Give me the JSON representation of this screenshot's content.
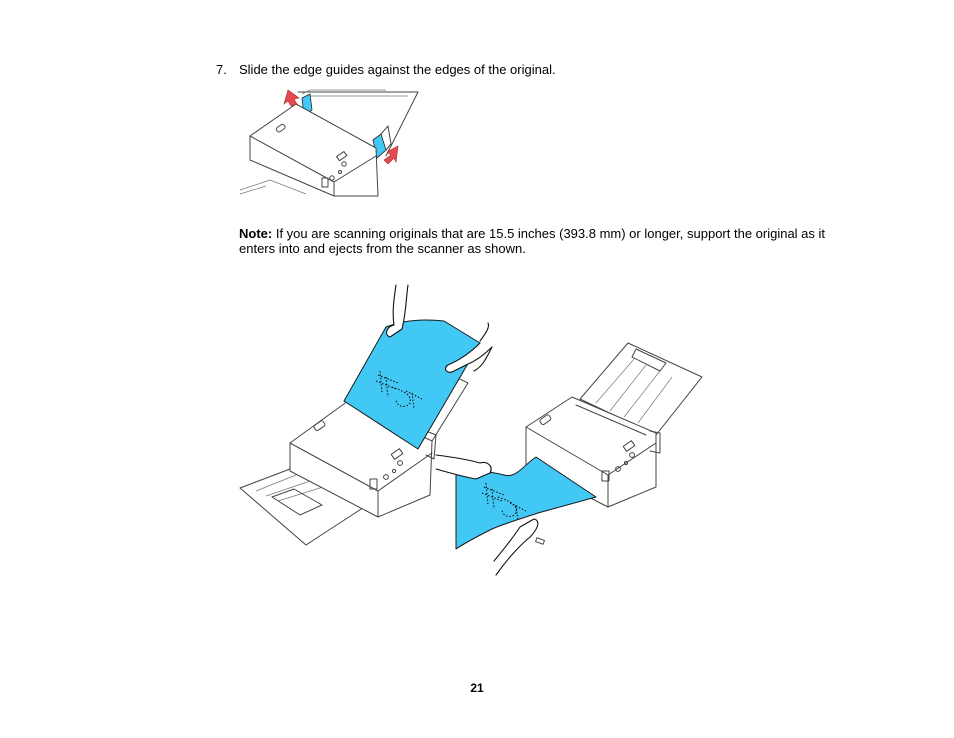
{
  "step": {
    "number": "7.",
    "text": "Slide the edge guides against the edges of the original."
  },
  "note": {
    "label": "Note:",
    "text": " If you are scanning originals that are 15.5 inches (393.8 mm) or longer, support the original as it enters into and ejects from the scanner as shown."
  },
  "page_number": "21",
  "colors": {
    "paper": "#42c8f5",
    "arrow": "#e8484f"
  }
}
